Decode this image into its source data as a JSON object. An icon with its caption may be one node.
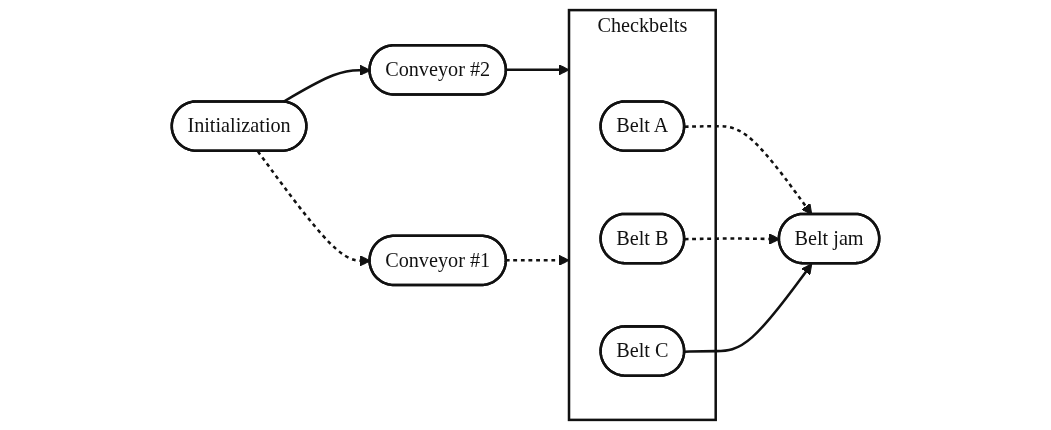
{
  "diagram": {
    "nodes": [
      {
        "text": [
          "Belt jam"
        ]
      },
      {
        "text": [
          "Initialization"
        ]
      },
      {
        "text": [
          "Conveyor #2"
        ]
      },
      {
        "text": [
          "Checkbelts"
        ]
      },
      {
        "text": [
          "Belt A"
        ],
        "in": 3
      },
      {
        "text": [
          "Belt B"
        ],
        "in": 3
      },
      {
        "text": [
          "Belt C"
        ],
        "in": 3
      },
      {
        "text": [
          "Conveyor #1"
        ]
      }
    ],
    "edges": [
      {
        "from": 1,
        "to": 2,
        "arrow": "to"
      },
      {
        "from": 1,
        "to": 7,
        "arrow": "to",
        "style": "dashed"
      },
      {
        "from": 2,
        "to": 3,
        "arrow": "to"
      },
      {
        "from": 7,
        "to": 3,
        "arrow": "to",
        "style": "dashed"
      },
      {
        "from": 4,
        "to": 0,
        "arrow": "to",
        "style": "dashed"
      },
      {
        "from": 5,
        "to": 0,
        "arrow": "to",
        "style": "dashed"
      },
      {
        "from": 6,
        "to": 0,
        "arrow": "to"
      }
    ]
  }
}
